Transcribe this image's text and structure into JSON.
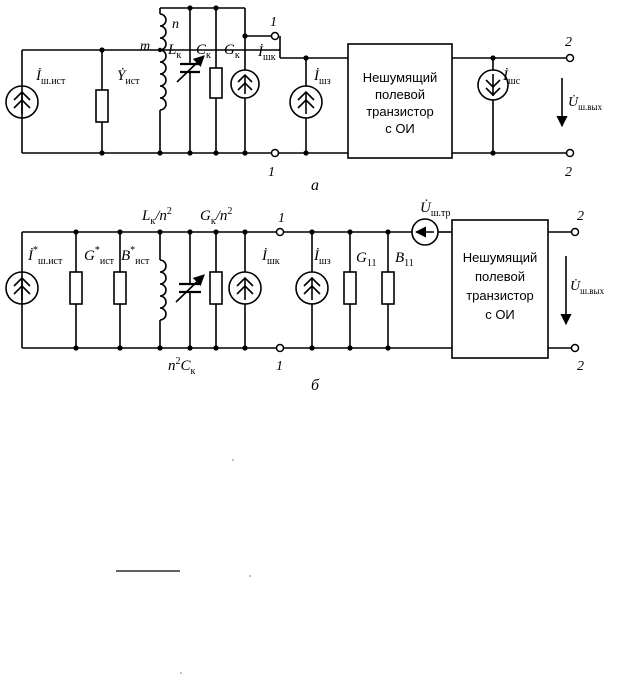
{
  "diagram_a": {
    "caption": "а",
    "source_current": {
      "base": "İ",
      "sub": "ш.ист"
    },
    "source_admittance": {
      "base": "Ẏ",
      "sub": "ист"
    },
    "tap_n": "n",
    "tap_m": "m",
    "inductor": {
      "base": "L",
      "sub": "к"
    },
    "capacitor": {
      "base": "C",
      "sub": "к"
    },
    "conductance": {
      "base": "G",
      "sub": "к"
    },
    "noise_circuit": {
      "base": "İ",
      "sub": "шк"
    },
    "noise_gate": {
      "base": "İ",
      "sub": "шз"
    },
    "noise_channel": {
      "base": "İ",
      "sub": "шс"
    },
    "output_voltage": {
      "base": "U̇",
      "sub": "ш.вых"
    },
    "transistor_box": [
      "Нешумящий",
      "полевой",
      "транзистор",
      "с ОИ"
    ],
    "terminal_in_top": "1",
    "terminal_in_bottom": "1",
    "terminal_out_top": "2",
    "terminal_out_bottom": "2"
  },
  "diagram_b": {
    "caption": "б",
    "source_current": {
      "base": "İ",
      "sup": "*",
      "sub": "ш.ист"
    },
    "source_conductance": {
      "base": "G",
      "sup": "*",
      "sub": "ист"
    },
    "source_susceptance": {
      "base": "B",
      "sup": "*",
      "sub": "ист"
    },
    "inductor_label": "L",
    "inductor_sub": "к",
    "inductor_suffix": "/n",
    "inductor_pow": "2",
    "conductance_label": "G",
    "conductance_sub": "к",
    "conductance_suffix": "/n",
    "conductance_pow": "2",
    "capacitor_label": "n",
    "capacitor_pow": "2",
    "capacitor_base": "C",
    "capacitor_sub": "к",
    "noise_circuit": {
      "base": "İ",
      "sub": "шк"
    },
    "noise_gate": {
      "base": "İ",
      "sub": "шз"
    },
    "g11": {
      "base": "G",
      "sub": "11"
    },
    "b11": {
      "base": "B",
      "sub": "11"
    },
    "noise_voltage": {
      "base": "U̇",
      "sub": "ш.тр"
    },
    "output_voltage": {
      "base": "U̇",
      "sub": "ш.вых"
    },
    "transistor_box": [
      "Нешумящий",
      "полевой",
      "транзистор",
      "с ОИ"
    ],
    "terminal_in_top": "1",
    "terminal_in_bottom": "1",
    "terminal_out_top": "2",
    "terminal_out_bottom": "2"
  }
}
